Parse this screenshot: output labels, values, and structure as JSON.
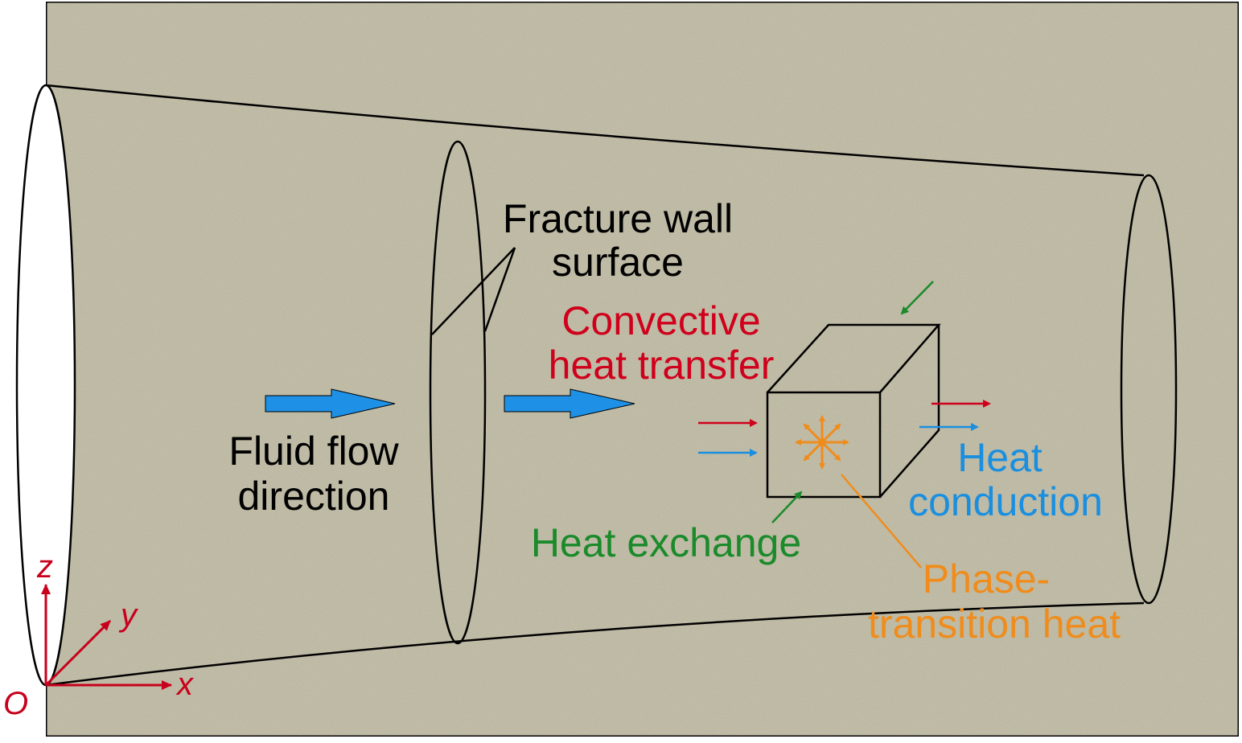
{
  "labels": {
    "fracture_wall_line1": "Fracture wall",
    "fracture_wall_line2": "surface",
    "fluid_flow_line1": "Fluid flow",
    "fluid_flow_line2": "direction",
    "convective_line1": "Convective",
    "convective_line2": "heat transfer",
    "heat_conduction_line1": "Heat",
    "heat_conduction_line2": "conduction",
    "heat_exchange": "Heat exchange",
    "phase_line1": "Phase-",
    "phase_line2": "transition heat"
  },
  "axes": {
    "origin": "O",
    "x": "x",
    "y": "y",
    "z": "z"
  },
  "colors": {
    "background": "#c6c2ac",
    "outline": "#000000",
    "convective": "#d0001c",
    "conduction": "#1a8fe0",
    "exchange": "#1a8a2a",
    "phase": "#f08c1c",
    "flow_arrow": "#1e90e6",
    "axis": "#c8001c"
  }
}
